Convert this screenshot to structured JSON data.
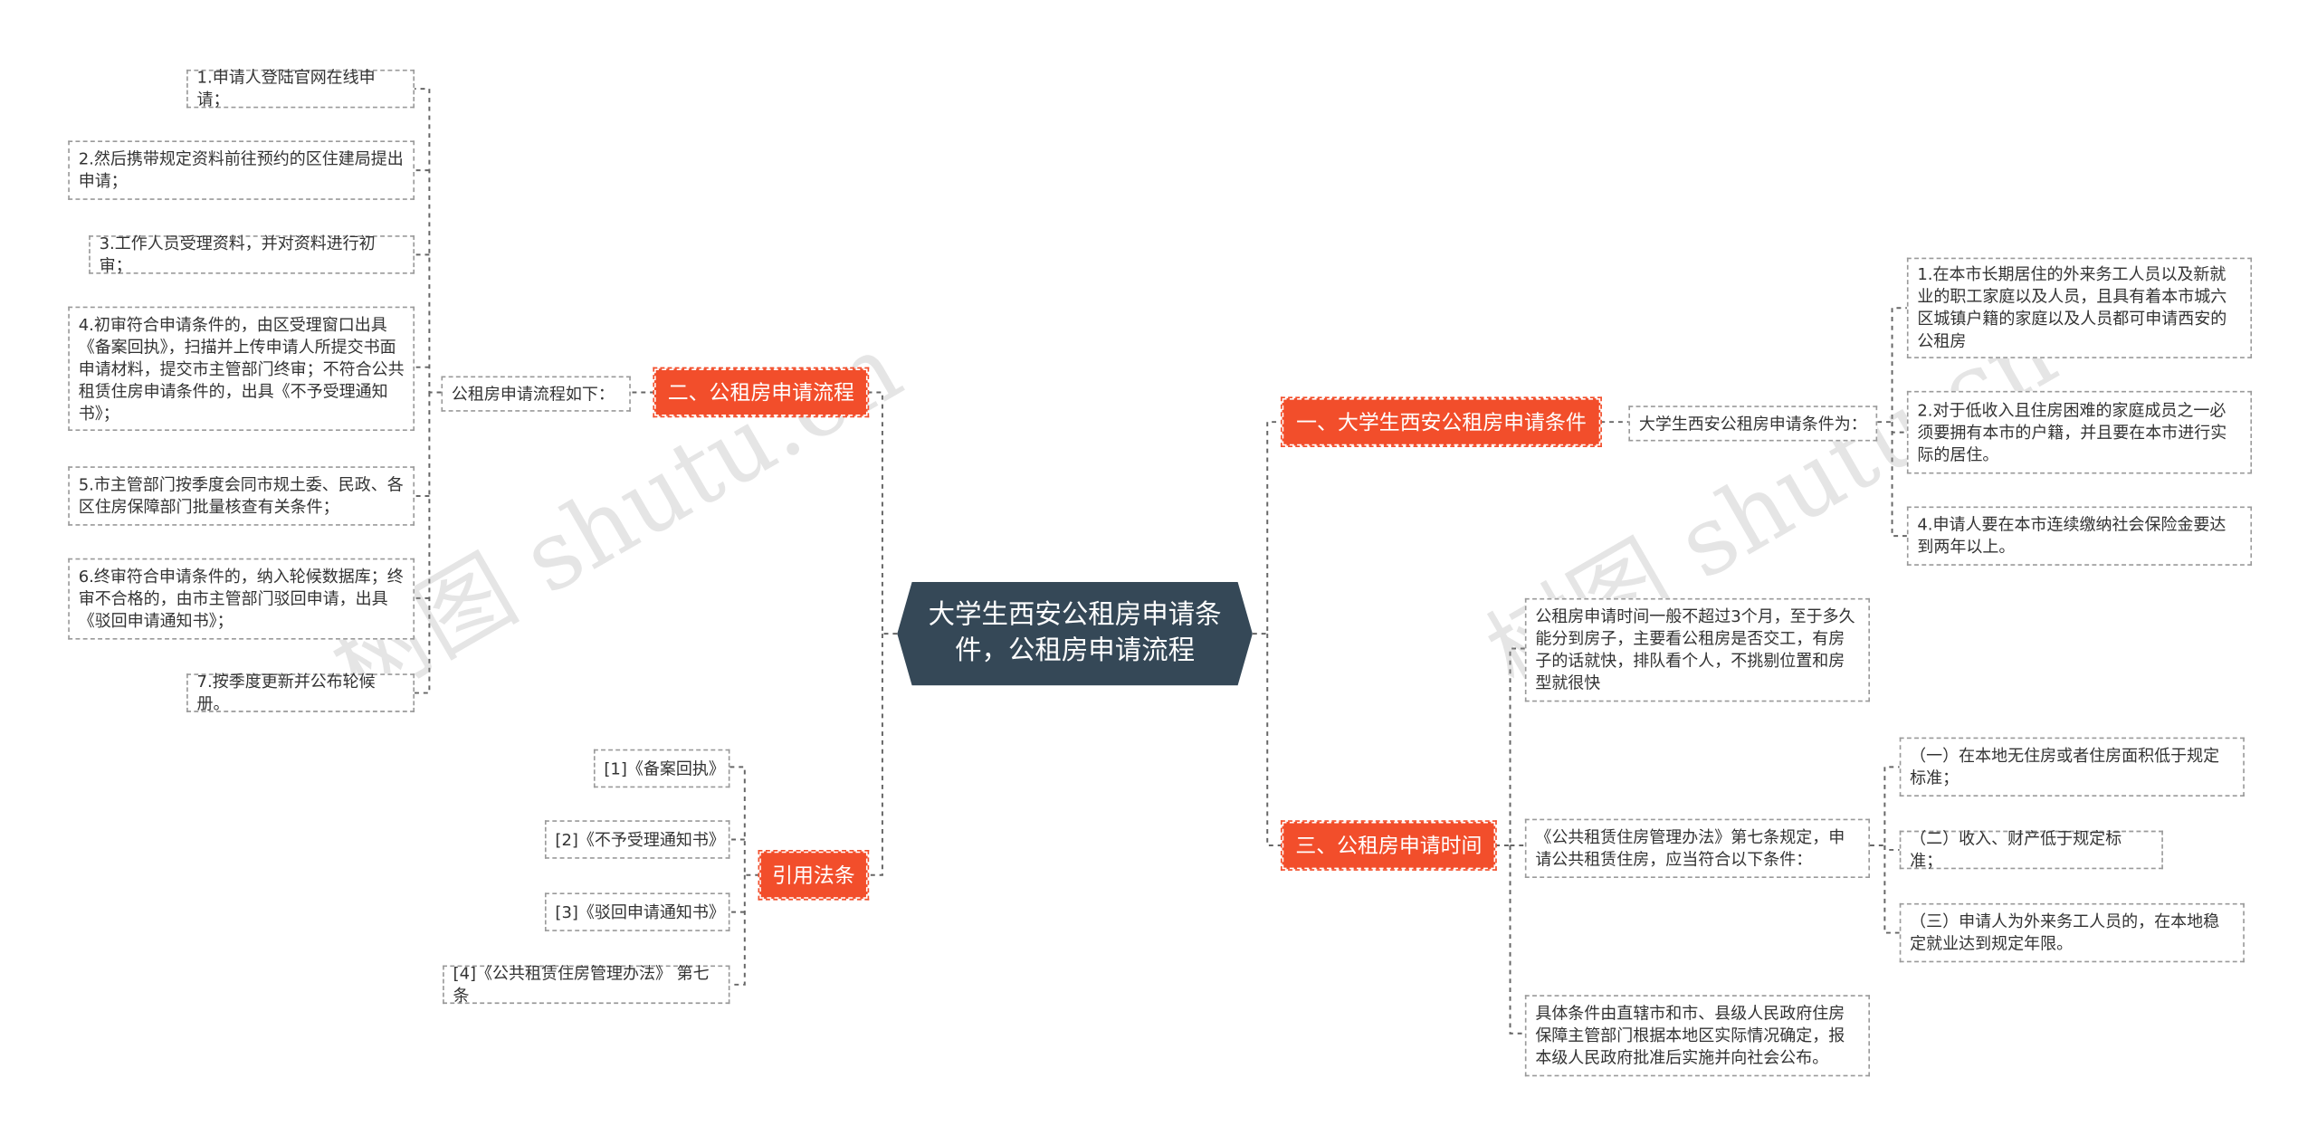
{
  "root": "大学生西安公租房申请条件，公租房申请流程",
  "branches": {
    "b1": "一、大学生西安公租房申请条件",
    "b2": "二、公租房申请流程",
    "b3": "三、公租房申请时间",
    "b4": "引用法条"
  },
  "b1_sub": "大学生西安公租房申请条件为：",
  "b1_items": [
    "1.在本市长期居住的外来务工人员以及新就业的职工家庭以及人员，且具有着本市城六区城镇户籍的家庭以及人员都可申请西安的公租房",
    "2.对于低收入且住房困难的家庭成员之一必须要拥有本市的户籍，并且要在本市进行实际的居住。",
    "4.申请人要在本市连续缴纳社会保险金要达到两年以上。"
  ],
  "b2_sub": "公租房申请流程如下：",
  "b2_items": [
    "1.申请人登陆官网在线申请；",
    "2.然后携带规定资料前往预约的区住建局提出申请；",
    "3.工作人员受理资料，并对资料进行初审；",
    "4.初审符合申请条件的，由区受理窗口出具《备案回执》，扫描并上传申请人所提交书面申请材料，提交市主管部门终审；不符合公共租赁住房申请条件的，出具《不予受理通知书》；",
    "5.市主管部门按季度会同市规土委、民政、各区住房保障部门批量核查有关条件；",
    "6.终审符合申请条件的，纳入轮候数据库；终审不合格的，由市主管部门驳回申请，出具《驳回申请通知书》；",
    "7.按季度更新并公布轮候册。"
  ],
  "b3_items": [
    "公租房申请时间一般不超过3个月，至于多久能分到房子，主要看公租房是否交工，有房子的话就快，排队看个人，不挑剔位置和房型就很快",
    "《公共租赁住房管理办法》第七条规定，申请公共租赁住房，应当符合以下条件：",
    "具体条件由直辖市和市、县级人民政府住房保障主管部门根据本地区实际情况确定，报本级人民政府批准后实施并向社会公布。"
  ],
  "b3_conditions": [
    "（一）在本地无住房或者住房面积低于规定标准；",
    "（二）收入、财产低于规定标准；",
    "（三）申请人为外来务工人员的，在本地稳定就业达到规定年限。"
  ],
  "b4_items": [
    "[1]《备案回执》",
    "[2]《不予受理通知书》",
    "[3]《驳回申请通知书》",
    "[4]《公共租赁住房管理办法》 第七条"
  ],
  "watermark": "树图 shutu.cn",
  "colors": {
    "root": "#354857",
    "branch": "#f24e2b",
    "line": "#666666"
  }
}
